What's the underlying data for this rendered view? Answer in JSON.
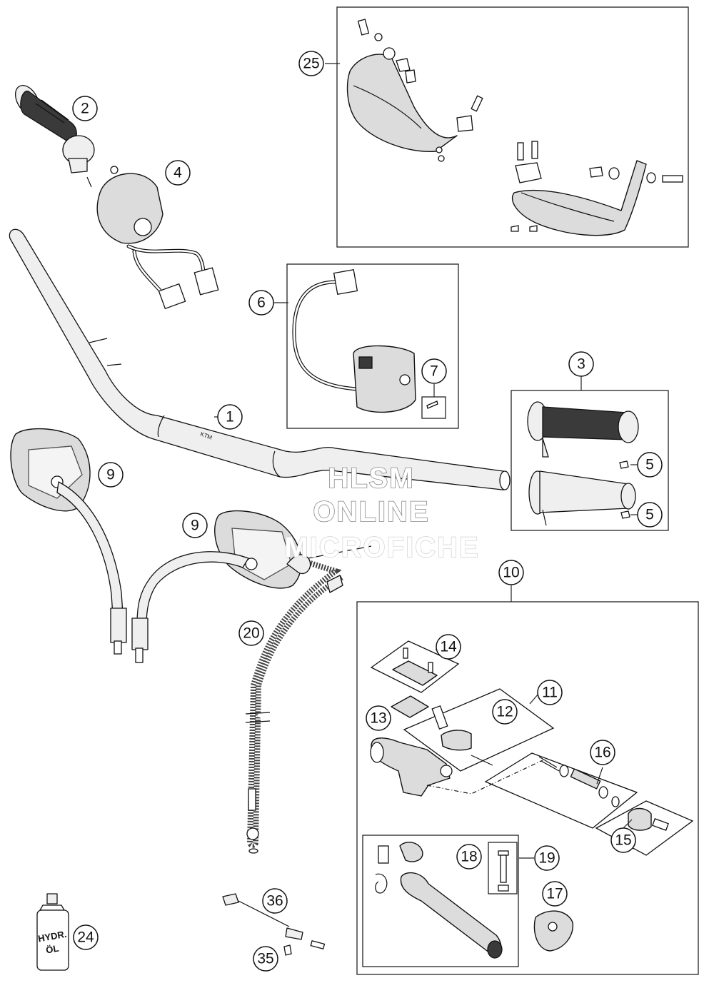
{
  "callouts": [
    {
      "id": "callout-1",
      "label": "1"
    },
    {
      "id": "callout-2",
      "label": "2"
    },
    {
      "id": "callout-3",
      "label": "3"
    },
    {
      "id": "callout-4",
      "label": "4"
    },
    {
      "id": "callout-5a",
      "label": "5"
    },
    {
      "id": "callout-5b",
      "label": "5"
    },
    {
      "id": "callout-6",
      "label": "6"
    },
    {
      "id": "callout-7",
      "label": "7"
    },
    {
      "id": "callout-9a",
      "label": "9"
    },
    {
      "id": "callout-9b",
      "label": "9"
    },
    {
      "id": "callout-10",
      "label": "10"
    },
    {
      "id": "callout-11",
      "label": "11"
    },
    {
      "id": "callout-12",
      "label": "12"
    },
    {
      "id": "callout-13",
      "label": "13"
    },
    {
      "id": "callout-14",
      "label": "14"
    },
    {
      "id": "callout-15",
      "label": "15"
    },
    {
      "id": "callout-16",
      "label": "16"
    },
    {
      "id": "callout-17",
      "label": "17"
    },
    {
      "id": "callout-18",
      "label": "18"
    },
    {
      "id": "callout-19",
      "label": "19"
    },
    {
      "id": "callout-20",
      "label": "20"
    },
    {
      "id": "callout-24",
      "label": "24"
    },
    {
      "id": "callout-25",
      "label": "25"
    },
    {
      "id": "callout-35",
      "label": "35"
    },
    {
      "id": "callout-36",
      "label": "36"
    }
  ],
  "watermark": {
    "line1": "HLSM",
    "line2": "ONLINE",
    "line3": "MICROFICHE"
  },
  "bottle": {
    "line1": "HYDR.",
    "line2": "ÖL"
  }
}
